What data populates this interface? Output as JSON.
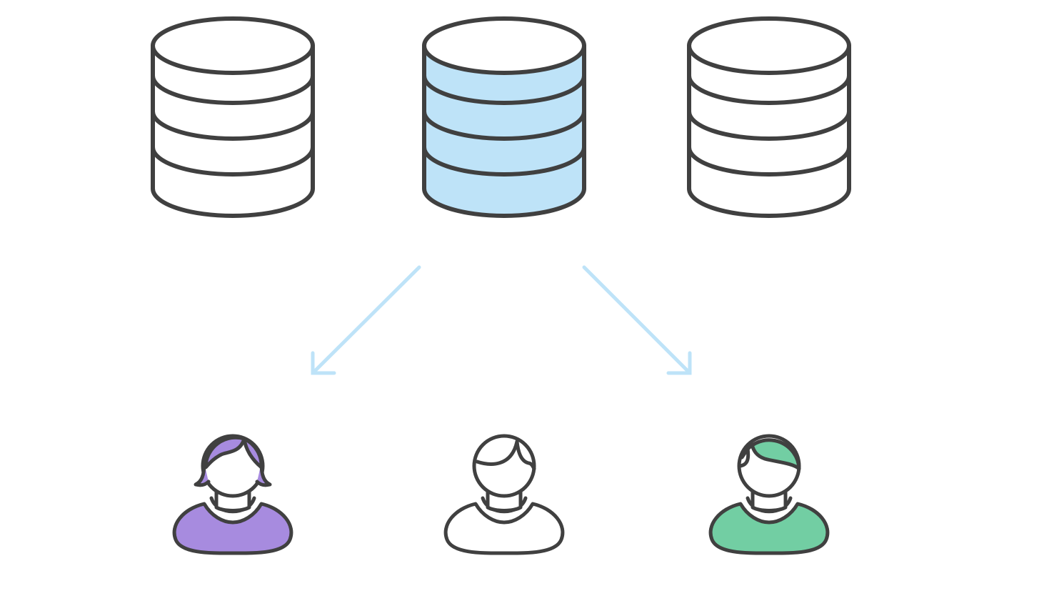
{
  "colors": {
    "stroke": "#404040",
    "background": "#ffffff",
    "db_plain_fill": "#ffffff",
    "db_highlight_fill": "#bee3f8",
    "arrow": "#bee3f8",
    "user_purple": "#a78bdf",
    "user_white": "#ffffff",
    "user_green": "#72cea3"
  },
  "databases": [
    {
      "id": "db-left",
      "highlighted": false,
      "icon": "database-icon"
    },
    {
      "id": "db-center",
      "highlighted": true,
      "icon": "database-icon"
    },
    {
      "id": "db-right",
      "highlighted": false,
      "icon": "database-icon"
    }
  ],
  "arrows": [
    {
      "from": "db-center",
      "to": "user-left",
      "icon": "arrow-down-left-icon"
    },
    {
      "from": "db-center",
      "to": "user-right",
      "icon": "arrow-down-right-icon"
    }
  ],
  "users": [
    {
      "id": "user-left",
      "icon": "user-female-icon",
      "color": "purple"
    },
    {
      "id": "user-center",
      "icon": "user-male-icon",
      "color": "white"
    },
    {
      "id": "user-right",
      "icon": "user-male-icon",
      "color": "green"
    }
  ]
}
